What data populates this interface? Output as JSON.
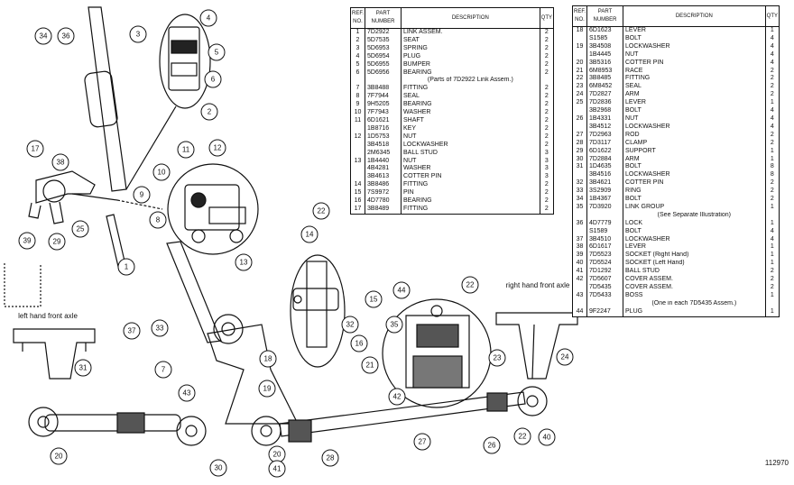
{
  "figure_id": "112970",
  "side_labels": {
    "left": "left hand front axle",
    "right": "right hand front axle"
  },
  "callouts": [
    "1",
    "2",
    "3",
    "4",
    "5",
    "6",
    "7",
    "8",
    "9",
    "10",
    "11",
    "12",
    "13",
    "14",
    "15",
    "16",
    "17",
    "18",
    "19",
    "20",
    "20",
    "21",
    "22",
    "22",
    "22",
    "23",
    "24",
    "25",
    "26",
    "27",
    "28",
    "29",
    "30",
    "31",
    "32",
    "33",
    "34",
    "35",
    "36",
    "37",
    "38",
    "39",
    "40",
    "41",
    "42",
    "43",
    "44"
  ],
  "parts_table_1": {
    "headers": [
      "REF. NO.",
      "PART NUMBER",
      "DESCRIPTION",
      "QTY"
    ],
    "rows": [
      {
        "ref": "1",
        "part": "7D2922",
        "desc": "LINK ASSEM.",
        "qty": "2"
      },
      {
        "ref": "2",
        "part": "5D7535",
        "desc": "SEAT",
        "qty": "2"
      },
      {
        "ref": "3",
        "part": "5D6953",
        "desc": "SPRING",
        "qty": "2"
      },
      {
        "ref": "4",
        "part": "5D6954",
        "desc": "PLUG",
        "qty": "2"
      },
      {
        "ref": "5",
        "part": "5D6955",
        "desc": "BUMPER",
        "qty": "2"
      },
      {
        "ref": "6",
        "part": "5D6956",
        "desc": "BEARING",
        "qty": "2"
      },
      {
        "ref": "",
        "part": "",
        "desc": "(Parts of 7D2922 Link Assem.)",
        "qty": ""
      },
      {
        "ref": "7",
        "part": "3B8488",
        "desc": "FITTING",
        "qty": "2"
      },
      {
        "ref": "8",
        "part": "7F7944",
        "desc": "SEAL",
        "qty": "2"
      },
      {
        "ref": "9",
        "part": "9H5205",
        "desc": "BEARING",
        "qty": "2"
      },
      {
        "ref": "10",
        "part": "7F7943",
        "desc": "WASHER",
        "qty": "2"
      },
      {
        "ref": "11",
        "part": "6D1621",
        "desc": "SHAFT",
        "qty": "2"
      },
      {
        "ref": "",
        "part": "1B8716",
        "desc": "KEY",
        "qty": "2"
      },
      {
        "ref": "12",
        "part": "1D5753",
        "desc": "NUT",
        "qty": "2"
      },
      {
        "ref": "",
        "part": "3B4518",
        "desc": "LOCKWASHER",
        "qty": "2"
      },
      {
        "ref": "",
        "part": "2M6345",
        "desc": "BALL STUD",
        "qty": "3"
      },
      {
        "ref": "13",
        "part": "1B4440",
        "desc": "NUT",
        "qty": "3"
      },
      {
        "ref": "",
        "part": "4B4281",
        "desc": "WASHER",
        "qty": "3"
      },
      {
        "ref": "",
        "part": "3B4613",
        "desc": "COTTER PIN",
        "qty": "3"
      },
      {
        "ref": "14",
        "part": "3B8486",
        "desc": "FITTING",
        "qty": "2"
      },
      {
        "ref": "15",
        "part": "7S9972",
        "desc": "PIN",
        "qty": "2"
      },
      {
        "ref": "16",
        "part": "4D7780",
        "desc": "BEARING",
        "qty": "2"
      },
      {
        "ref": "17",
        "part": "3B8489",
        "desc": "FITTING",
        "qty": "2"
      }
    ]
  },
  "parts_table_2": {
    "headers": [
      "REF. NO.",
      "PART NUMBER",
      "DESCRIPTION",
      "QTY"
    ],
    "rows": [
      {
        "ref": "18",
        "part": "6D1623",
        "desc": "LEVER",
        "qty": "1"
      },
      {
        "ref": "",
        "part": "S1585",
        "desc": "BOLT",
        "qty": "4"
      },
      {
        "ref": "19",
        "part": "3B4508",
        "desc": "LOCKWASHER",
        "qty": "4"
      },
      {
        "ref": "",
        "part": "1B4445",
        "desc": "NUT",
        "qty": "4"
      },
      {
        "ref": "20",
        "part": "3B5316",
        "desc": "COTTER PIN",
        "qty": "4"
      },
      {
        "ref": "21",
        "part": "6M8953",
        "desc": "RACE",
        "qty": "2"
      },
      {
        "ref": "22",
        "part": "3B8485",
        "desc": "FITTING",
        "qty": "2"
      },
      {
        "ref": "23",
        "part": "6M8452",
        "desc": "SEAL",
        "qty": "2"
      },
      {
        "ref": "24",
        "part": "7D2827",
        "desc": "ARM",
        "qty": "2"
      },
      {
        "ref": "25",
        "part": "7D2836",
        "desc": "LEVER",
        "qty": "1"
      },
      {
        "ref": "",
        "part": "3B2968",
        "desc": "BOLT",
        "qty": "4"
      },
      {
        "ref": "26",
        "part": "1B4331",
        "desc": "NUT",
        "qty": "4"
      },
      {
        "ref": "",
        "part": "3B4512",
        "desc": "LOCKWASHER",
        "qty": "4"
      },
      {
        "ref": "27",
        "part": "7D2963",
        "desc": "ROD",
        "qty": "2"
      },
      {
        "ref": "28",
        "part": "7D3117",
        "desc": "CLAMP",
        "qty": "2"
      },
      {
        "ref": "29",
        "part": "6D1622",
        "desc": "SUPPORT",
        "qty": "1"
      },
      {
        "ref": "30",
        "part": "7D2884",
        "desc": "ARM",
        "qty": "1"
      },
      {
        "ref": "31",
        "part": "1D4635",
        "desc": "BOLT",
        "qty": "8"
      },
      {
        "ref": "",
        "part": "3B4516",
        "desc": "LOCKWASHER",
        "qty": "8"
      },
      {
        "ref": "32",
        "part": "3B4621",
        "desc": "COTTER PIN",
        "qty": "2"
      },
      {
        "ref": "33",
        "part": "3S2909",
        "desc": "RING",
        "qty": "2"
      },
      {
        "ref": "34",
        "part": "1B4367",
        "desc": "BOLT",
        "qty": "2"
      },
      {
        "ref": "35",
        "part": "7D3920",
        "desc": "LINK GROUP",
        "qty": "1"
      },
      {
        "ref": "",
        "part": "",
        "desc": "(See Separate Illustration)",
        "qty": ""
      },
      {
        "ref": "36",
        "part": "4D7779",
        "desc": "LOCK",
        "qty": "1"
      },
      {
        "ref": "",
        "part": "S1589",
        "desc": "BOLT",
        "qty": "4"
      },
      {
        "ref": "37",
        "part": "3B4510",
        "desc": "LOCKWASHER",
        "qty": "4"
      },
      {
        "ref": "38",
        "part": "6D1617",
        "desc": "LEVER",
        "qty": "1"
      },
      {
        "ref": "39",
        "part": "7D5523",
        "desc": "SOCKET (Right Hand)",
        "qty": "1"
      },
      {
        "ref": "40",
        "part": "7D5524",
        "desc": "SOCKET (Left Hand)",
        "qty": "1"
      },
      {
        "ref": "41",
        "part": "7D1292",
        "desc": "BALL STUD",
        "qty": "2"
      },
      {
        "ref": "42",
        "part": "7D5607",
        "desc": "COVER ASSEM.",
        "qty": "2"
      },
      {
        "ref": "",
        "part": "7D5435",
        "desc": "COVER ASSEM.",
        "qty": "2"
      },
      {
        "ref": "43",
        "part": "7D5433",
        "desc": "BOSS",
        "qty": "1"
      },
      {
        "ref": "",
        "part": "",
        "desc": "(One in each 7D5435 Assem.)",
        "qty": ""
      },
      {
        "ref": "44",
        "part": "9F2247",
        "desc": "PLUG",
        "qty": "1"
      }
    ]
  }
}
